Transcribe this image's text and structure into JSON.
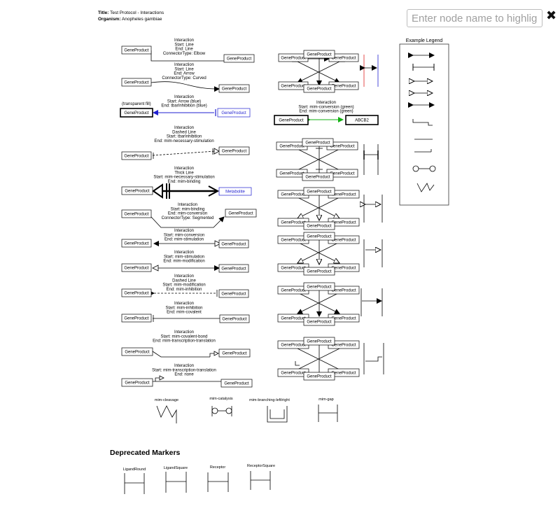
{
  "header": {
    "title_label": "Title:",
    "title_value": "Test Protocol - Interactions",
    "organism_label": "Organism:",
    "organism_value": "Anopheles gambiae"
  },
  "search": {
    "placeholder": "Enter node name to highlight",
    "value": ""
  },
  "close_icon": "close-icon",
  "node_labels": {
    "gene_product": "GeneProduct",
    "metabolite": "Metabolite",
    "abcb2": "ABCB2",
    "transparent_fill": "(transparent fill)"
  },
  "interactions": [
    [
      "Interaction",
      "Start: Line",
      "End: Line",
      "ConnectorType: Elbow"
    ],
    [
      "Interaction",
      "Start: Line",
      "End: Arrow",
      "ConnectorType: Curved"
    ],
    [
      "Interaction",
      "Start: Arrow (blue)",
      "End: tbarInhibition (blue)"
    ],
    [
      "Interaction",
      "Dashed Line",
      "Start: tbarInhibition",
      "End: mim-necessary-stimulation"
    ],
    [
      "Interaction",
      "Thick Line",
      "Start: mim-necessary-stimulation",
      "End: mim-binding"
    ],
    [
      "Interaction",
      "Start:  mim-binding",
      "End: mim-conversion",
      "ConnectorType: Segmented"
    ],
    [
      "Interaction",
      "Start: mim-conversion",
      "End: mim-stimulation"
    ],
    [
      "Interaction",
      "Start: mim-stimulation",
      "End: mim-modification"
    ],
    [
      "Interaction",
      "Dashed Line",
      "Start: mim-modification",
      "End: mim-inhibition"
    ],
    [
      "Interaction",
      "Start: mim-inhibition",
      "End: mim-covalent"
    ],
    [
      "Interaction",
      "Start: mim-covalent-bond",
      "End: mim-transcription-translation"
    ],
    [
      "Interaction",
      "Start: mim-transcription-translation",
      "End: none"
    ],
    [
      "Interaction",
      "Start: mim-conversion (green)",
      "End: mim-conversion (green)"
    ]
  ],
  "legend": {
    "title": "Example Legend"
  },
  "bottom_markers": [
    "mim-cleavage",
    "mim-catalysis",
    "mim-branching-left/right",
    "mim-gap"
  ],
  "deprecated": {
    "heading": "Deprecated Markers",
    "items": [
      "LigandRound",
      "LigandSquare",
      "Receptor",
      "ReceptorSquare"
    ]
  },
  "colors": {
    "blue": "#1f1fd0",
    "green": "#10b010",
    "red": "#e02020"
  }
}
